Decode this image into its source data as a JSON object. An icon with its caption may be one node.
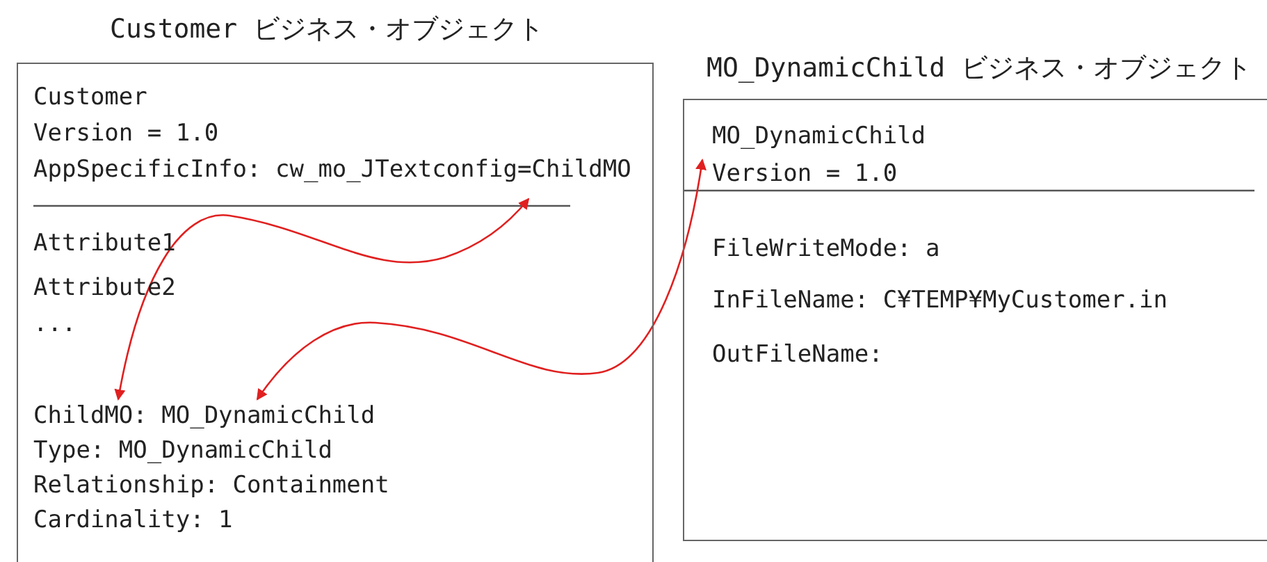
{
  "diagram": {
    "nodes": [
      {
        "text": [
          "Customer ビジネス・オブジェクト"
        ]
      },
      {
        "text": [
          "AppSpecificInfo: cw_mo_JTextconfig=ChildMO"
        ],
        "in": 0
      },
      {
        "text": [
          "ChildMO: MO_DynamicChild"
        ],
        "in": 0
      },
      {
        "text": [
          "MO_DynamicChild ビジネス・オブジェクト"
        ]
      },
      {
        "text": [
          "MO_DynamicChild"
        ],
        "in": 3
      }
    ],
    "edges": [
      {
        "from": 2,
        "to": 1,
        "arrow": "both",
        "color": "#e02020"
      },
      {
        "from": 2,
        "to": 4,
        "arrow": "both",
        "color": "#e02020"
      }
    ],
    "labels": [
      "Customer",
      "Version = 1.0",
      "Attribute1",
      "Attribute2",
      "...",
      "Type: MO_DynamicChild",
      "Relationship: Containment",
      "Cardinality: 1",
      "Version = 1.0",
      "FileWriteMode: a",
      "InFileName: C¥TEMP¥MyCustomer.in",
      "OutFileName:"
    ]
  }
}
